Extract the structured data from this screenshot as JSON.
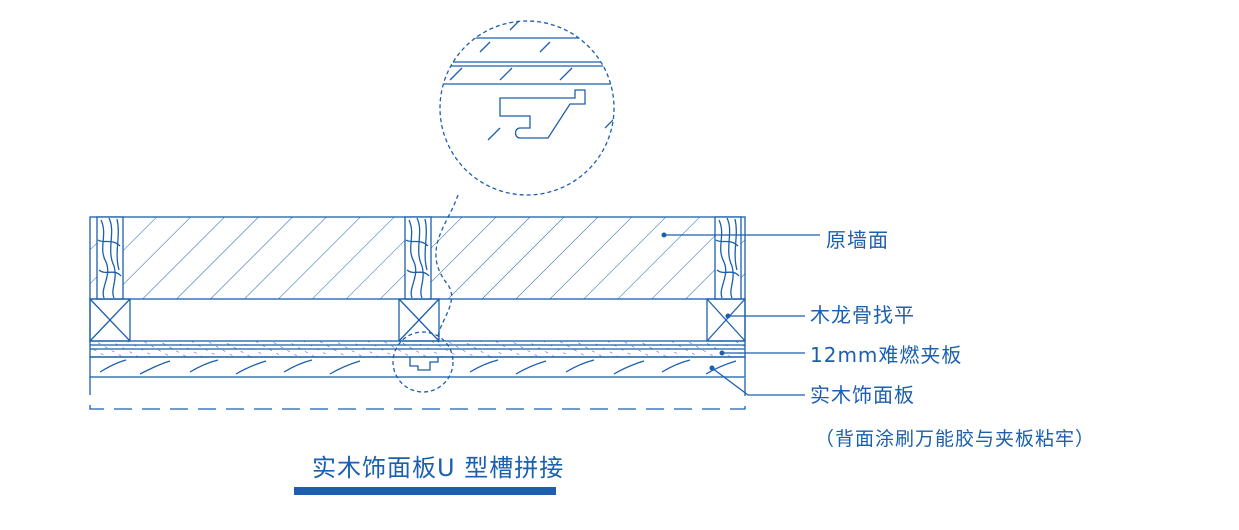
{
  "labels": {
    "wall": "原墙面",
    "keel": "木龙骨找平",
    "board": "12mm难燃夹板",
    "panel": "实木饰面板",
    "note": "（背面涂刷万能胶与夹板粘牢）"
  },
  "title": "实木饰面板U 型槽拼接",
  "colors": {
    "line": "#1b5fae",
    "background": "#ffffff"
  }
}
